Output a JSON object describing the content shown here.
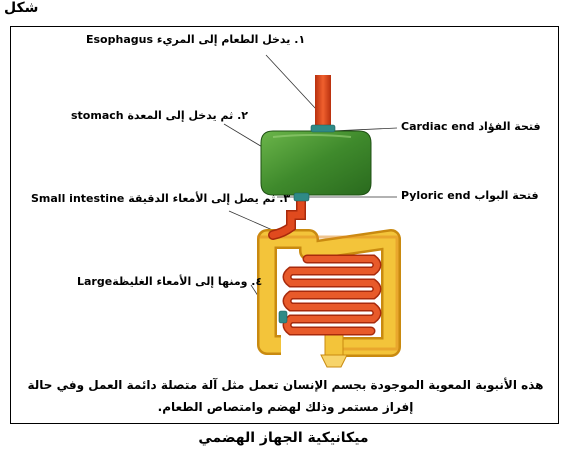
{
  "figure": {
    "top_label": "شكل",
    "title": "ميكانيكية الجهاز الهضمي"
  },
  "labels": {
    "esophagus": "١. يدخل الطعام إلى المريء Esophagus",
    "stomach": "٢. ثم يدخل إلى المعدة stomach",
    "small_intestine": "٣. ثم يصل إلى الأمعاء الدقيقة Small intestine",
    "large_intestine": "٤. ومنها إلى الأمعاء الغليظةLarge",
    "cardiac_end": "فتحة الفؤاد Cardiac end",
    "pyloric_end": "فتحة البواب Pyloric end"
  },
  "caption": {
    "line1": "هذه الأنبوبة المعوية الموجودة بجسم الإنسان تعمل مثل آلة متصلة دائمة العمل وفي حالة",
    "line2": "إفراز مستمر وذلك لهضم وامتصاص الطعام."
  },
  "colors": {
    "esophagus": "#e0451c",
    "stomach": "#3f8a2c",
    "small_intestine": "#e04a1e",
    "large_intestine": "#f3c43a",
    "sphincter": "#2f8a86"
  }
}
